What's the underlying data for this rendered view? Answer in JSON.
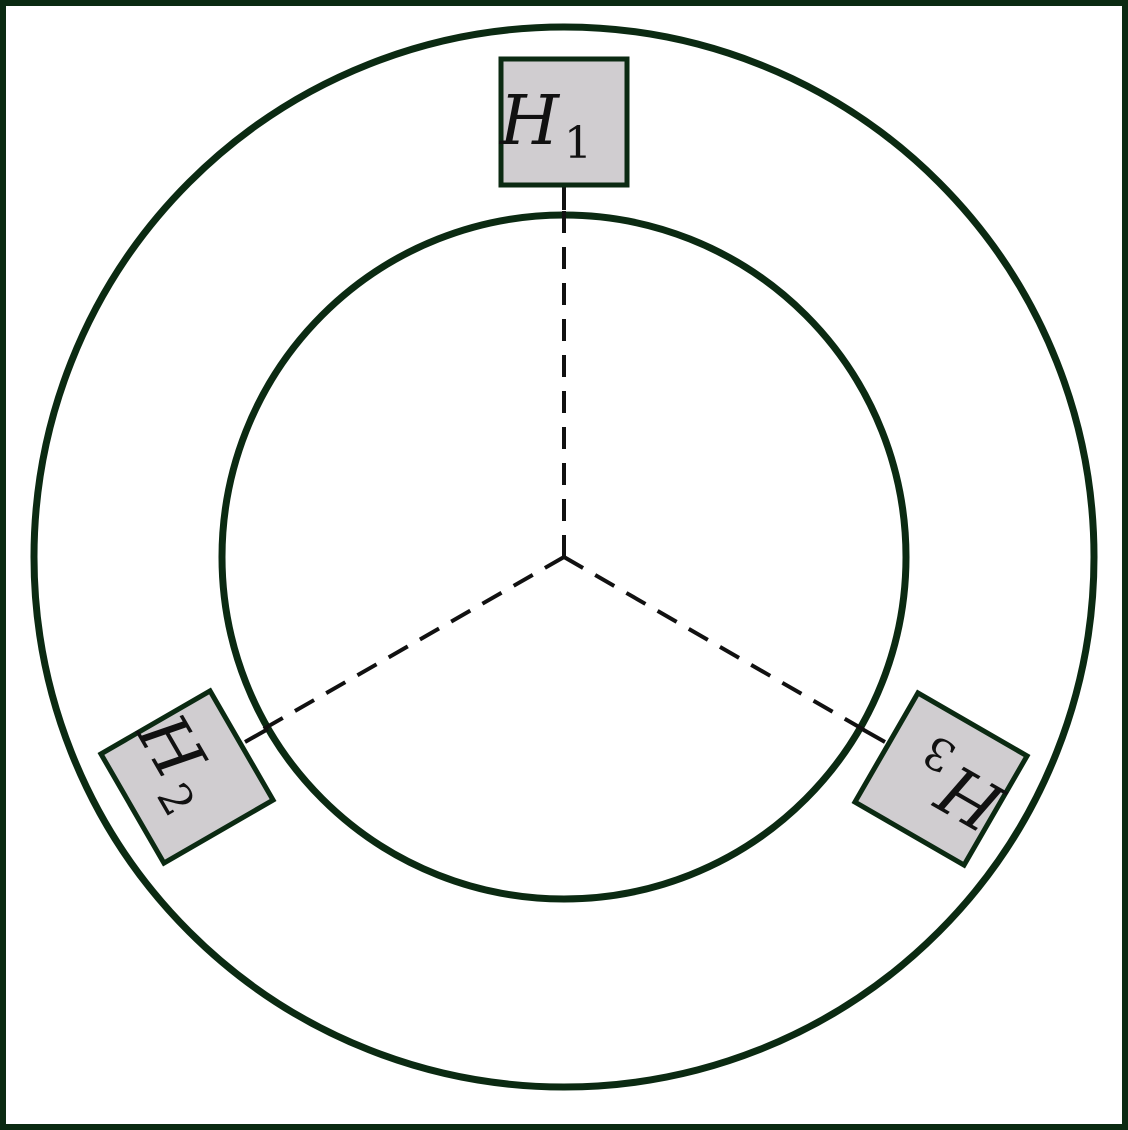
{
  "colors": {
    "outline": "#0b2a12",
    "sensor_fill": "#d0cdd0",
    "dashed_line": "#111111",
    "background": "#ffffff"
  },
  "sensors": [
    {
      "letter": "H",
      "subscript": "1"
    },
    {
      "letter": "H",
      "subscript": "2"
    },
    {
      "letter": "H",
      "subscript": "3"
    }
  ]
}
